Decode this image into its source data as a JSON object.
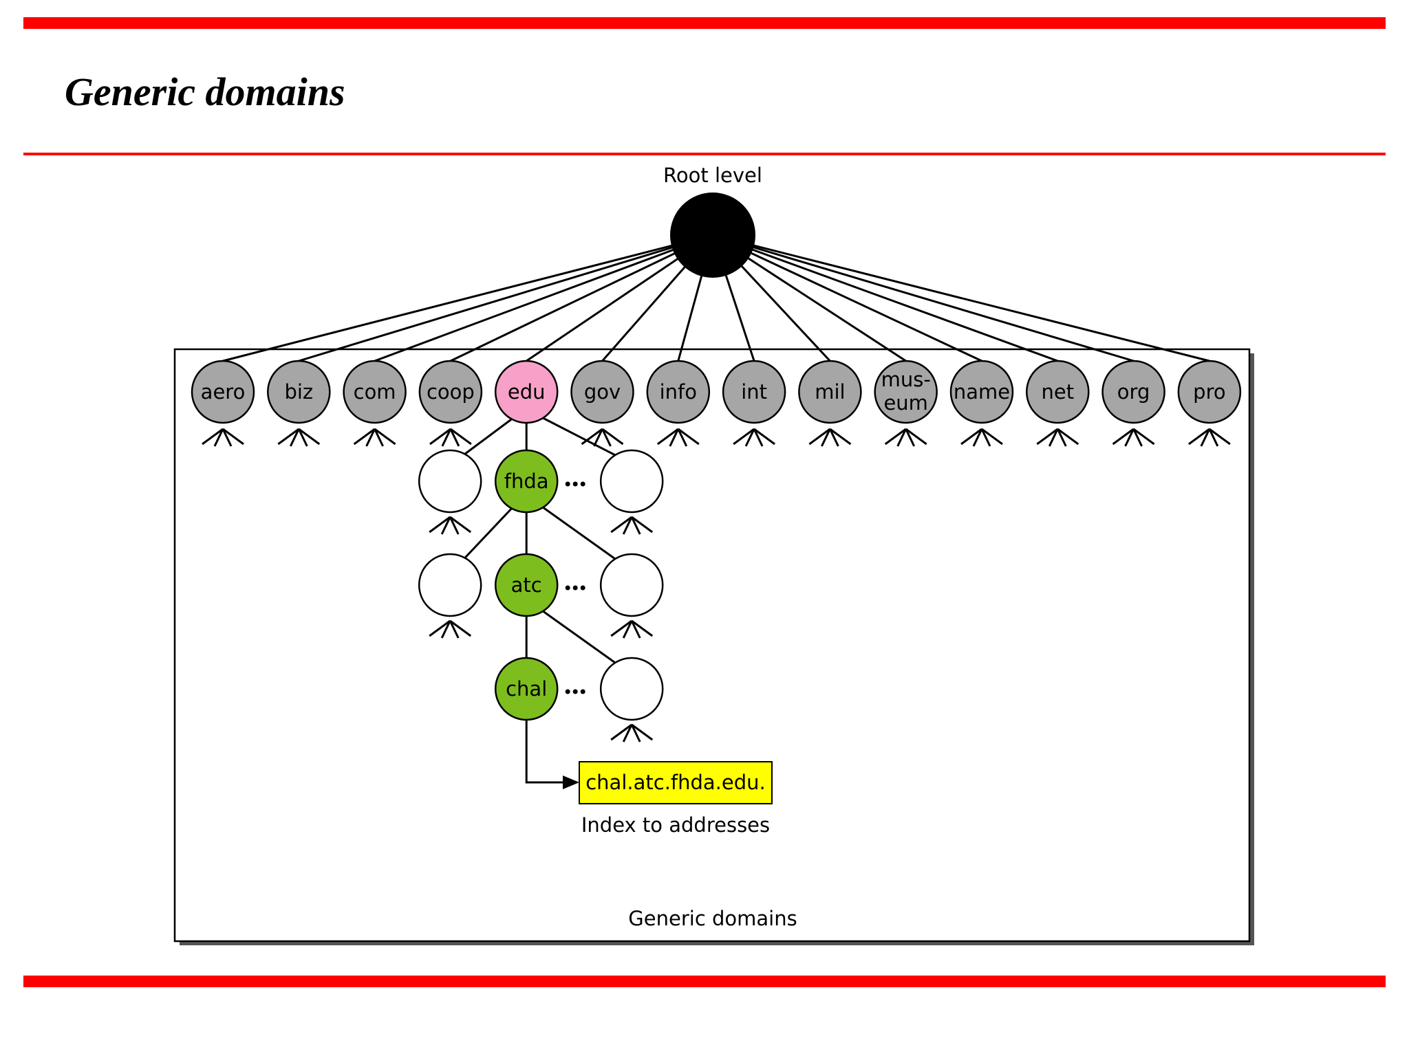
{
  "slide": {
    "title": "Generic domains"
  },
  "diagram": {
    "root_label": "Root level",
    "box_label": "Generic domains",
    "tlds": [
      {
        "label": "aero"
      },
      {
        "label": "biz"
      },
      {
        "label": "com"
      },
      {
        "label": "coop"
      },
      {
        "label": "edu",
        "highlight": true
      },
      {
        "label": "gov"
      },
      {
        "label": "info"
      },
      {
        "label": "int"
      },
      {
        "label": "mil"
      },
      {
        "label": "mus-\neum"
      },
      {
        "label": "name"
      },
      {
        "label": "net"
      },
      {
        "label": "org"
      },
      {
        "label": "pro"
      }
    ],
    "path_nodes": [
      {
        "label": "fhda"
      },
      {
        "label": "atc"
      },
      {
        "label": "chal"
      }
    ],
    "ellipsis": "...",
    "result": {
      "label": "chal.atc.fhda.edu.",
      "caption": "Index to addresses"
    },
    "colors": {
      "tld_fill": "#a6a6a6",
      "edu_fill": "#f7a1c9",
      "path_fill": "#7dbd1e",
      "result_fill": "#ffff00",
      "root_fill": "#000000",
      "bar_red": "#ff0000"
    }
  }
}
